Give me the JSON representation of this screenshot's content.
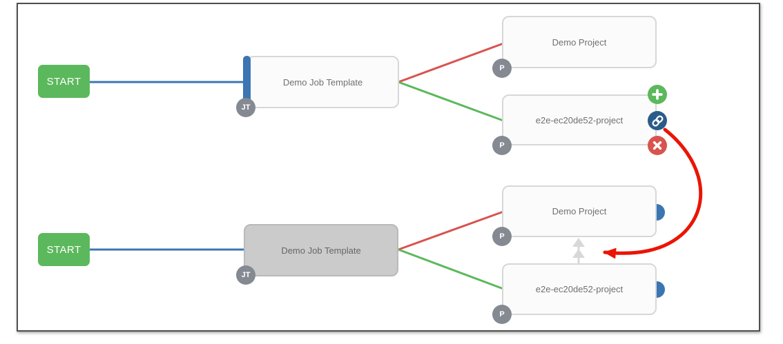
{
  "colors": {
    "green": "#5cb85c",
    "blue": "#3b76b2",
    "dark_blue": "#2a5c8a",
    "red": "#d9534f",
    "annotation_red": "#ea1505",
    "badge_gray": "#848992",
    "node_border": "#d7d7d7",
    "node_bg": "#fbfbfb",
    "disabled_bg": "#cbcbcb",
    "indicator_gray": "#d8d8d8",
    "frame_border": "#4f4f4f"
  },
  "top_workflow": {
    "start": {
      "label": "START"
    },
    "job_template": {
      "label": "Demo Job Template",
      "badge": "JT",
      "state": "selected"
    },
    "project_a": {
      "label": "Demo Project",
      "badge": "P"
    },
    "project_b": {
      "label": "e2e-ec20de52-project",
      "badge": "P"
    },
    "node_actions": [
      {
        "name": "add",
        "icon": "plus-icon"
      },
      {
        "name": "link",
        "icon": "chain-link-icon"
      },
      {
        "name": "delete",
        "icon": "x-icon"
      }
    ]
  },
  "bottom_workflow": {
    "start": {
      "label": "START"
    },
    "job_template": {
      "label": "Demo Job Template",
      "badge": "JT",
      "state": "disabled"
    },
    "project_a": {
      "label": "Demo Project",
      "badge": "P"
    },
    "project_b": {
      "label": "e2e-ec20de52-project",
      "badge": "P"
    }
  }
}
